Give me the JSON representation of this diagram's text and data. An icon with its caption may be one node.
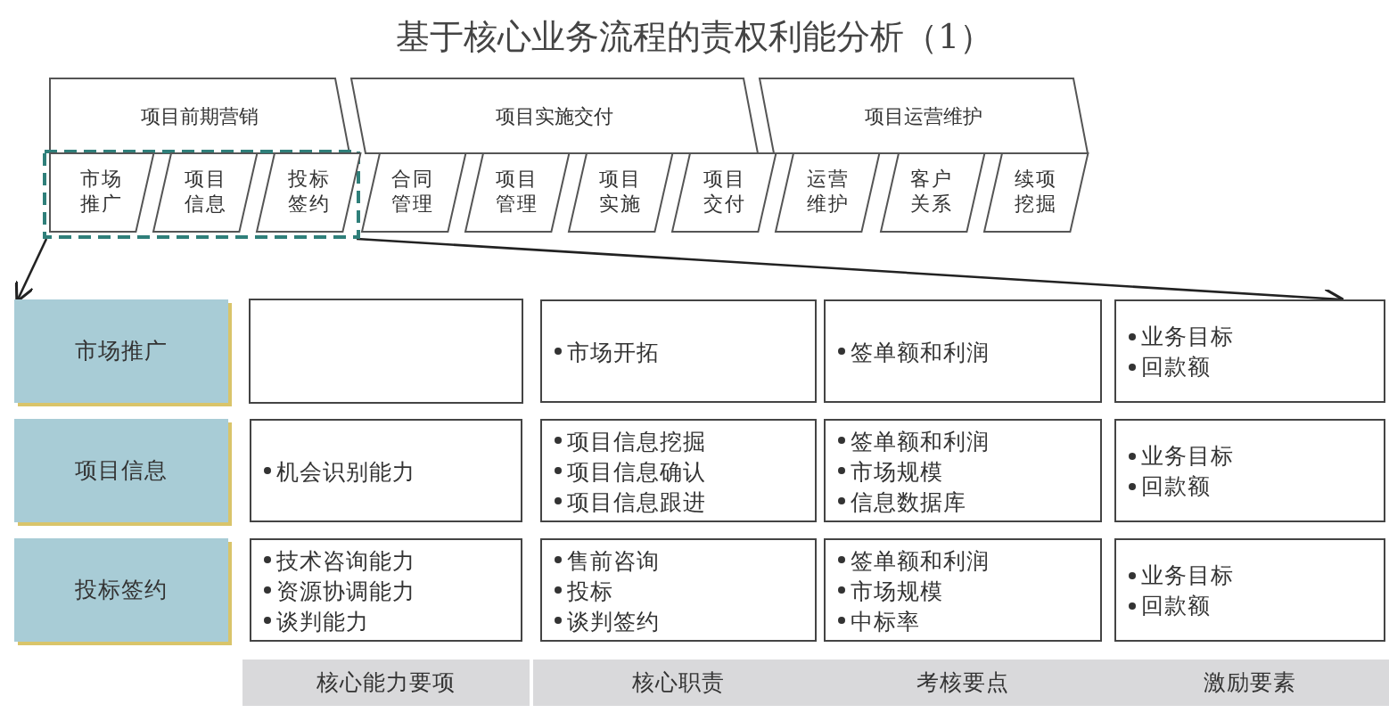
{
  "diagram": {
    "title": "基于核心业务流程的责权利能分析（1）",
    "nodes": [
      {
        "text": [
          "项目前期营销"
        ]
      },
      {
        "text": [
          "项目实施交付"
        ]
      },
      {
        "text": [
          "项目运营维护"
        ]
      },
      {
        "text": [],
        "shape": "box"
      },
      {
        "text": [
          "市场推广"
        ],
        "in": 3
      },
      {
        "text": [
          "项目信息"
        ],
        "in": 3
      },
      {
        "text": [
          "投标签约"
        ],
        "in": 3
      },
      {
        "text": [
          "合同管理"
        ]
      },
      {
        "text": [
          "项目管理"
        ]
      },
      {
        "text": [
          "项目实施"
        ]
      },
      {
        "text": [
          "项目交付"
        ]
      },
      {
        "text": [
          "运营维护"
        ]
      },
      {
        "text": [
          "客户关系"
        ]
      },
      {
        "text": [
          "续项挖掘"
        ]
      },
      {
        "text": [
          "市场推广"
        ]
      },
      {
        "text": [],
        "shape": "box"
      },
      {
        "text": [
          "市场开拓"
        ]
      },
      {
        "text": [
          "签单额和利润"
        ]
      },
      {
        "text": [
          "业务目标",
          "回款额"
        ]
      },
      {
        "text": [
          "项目信息"
        ]
      },
      {
        "text": [
          "机会识别能力"
        ]
      },
      {
        "text": [
          "项目信息挖掘",
          "项目信息确认",
          "项目信息跟进"
        ]
      },
      {
        "text": [
          "签单额和利润",
          "市场规模",
          "信息数据库"
        ]
      },
      {
        "text": [
          "业务目标",
          "回款额"
        ]
      },
      {
        "text": [
          "投标签约"
        ]
      },
      {
        "text": [
          "技术咨询能力",
          "资源协调能力",
          "谈判能力"
        ]
      },
      {
        "text": [
          "售前咨询",
          "投标",
          "谈判签约"
        ]
      },
      {
        "text": [
          "签单额和利润",
          "市场规模",
          "中标率"
        ]
      },
      {
        "text": [
          "业务目标",
          "回款额"
        ]
      },
      {
        "text": [
          "核心能力要项"
        ]
      },
      {
        "text": [
          "核心职责"
        ]
      },
      {
        "text": [
          "考核要点"
        ]
      },
      {
        "text": [
          "激励要素"
        ]
      }
    ],
    "edges": [
      {
        "from": 3,
        "to": 14,
        "arrow": "to"
      },
      {
        "from": 3,
        "to": 18,
        "arrow": "to"
      }
    ]
  }
}
